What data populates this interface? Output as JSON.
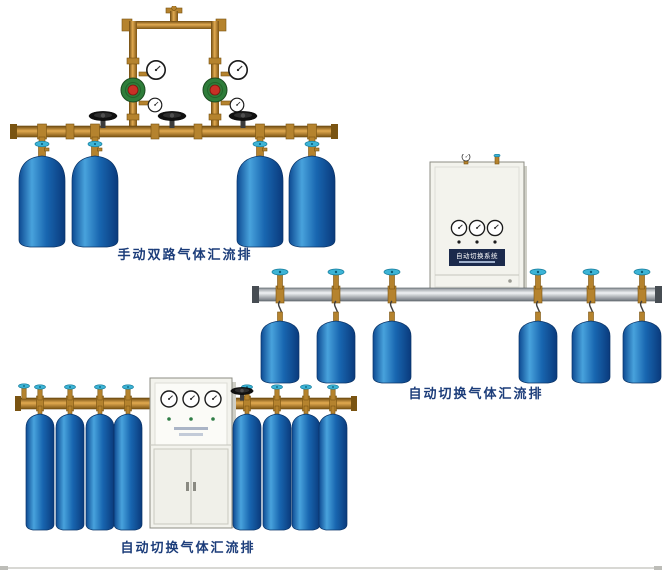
{
  "page": {
    "background_color": "#ffffff"
  },
  "figures": {
    "manual_dual": {
      "caption": "手动双路气体汇流排"
    },
    "auto_right": {
      "caption": "自动切换气体汇流排",
      "cabinet_title": "自动切换系统"
    },
    "auto_bottom": {
      "caption": "自动切换气体汇流排"
    }
  },
  "colors": {
    "caption": "#1c3d7a",
    "brass": "#b5832e",
    "brass_dark": "#7a5412",
    "valve_cyan": "#3db4d6",
    "bottle_blue": "#1563b0",
    "pipe_silver": "#c9cdd2",
    "cabinet_body": "#f3f3ed",
    "cabinet_label_bg": "#1b2a4c",
    "regulator_green": "#2e7d3a",
    "regulator_red": "#c93026",
    "handwheel_black": "#101010",
    "gauge_face": "#ffffff",
    "page_rule": "#d8d8d4"
  }
}
